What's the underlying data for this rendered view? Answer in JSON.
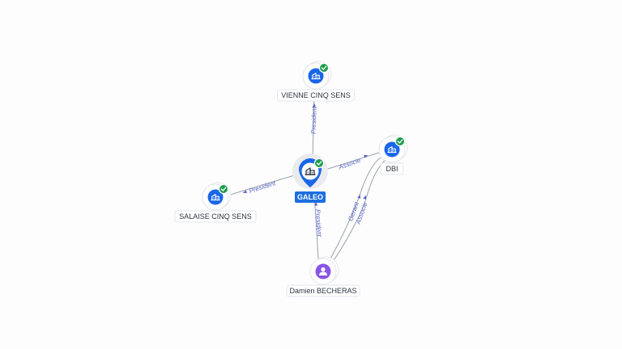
{
  "colors": {
    "company": "#1a66e8",
    "person": "#8a55e6",
    "verified": "#1f9e4f",
    "edge": "#9aa0ab",
    "edge_label": "#5b67c7",
    "center_label_bg": "#1d6fe0"
  },
  "nodes": [
    {
      "id": "galeo",
      "label": "GALEO",
      "kind": "company",
      "center": true,
      "verified": true,
      "icon": "building-icon"
    },
    {
      "id": "vienne",
      "label": "VIENNE CINQ SENS",
      "kind": "company",
      "verified": true,
      "icon": "building-icon"
    },
    {
      "id": "dbi",
      "label": "DBI",
      "kind": "company",
      "verified": true,
      "icon": "building-icon"
    },
    {
      "id": "salaise",
      "label": "SALAISE CINQ SENS",
      "kind": "company",
      "verified": true,
      "icon": "building-icon"
    },
    {
      "id": "damien",
      "label": "Damien BECHERAS",
      "kind": "person",
      "verified": false,
      "icon": "person-icon"
    }
  ],
  "edges": [
    {
      "id": "e1",
      "from": "galeo",
      "to": "vienne",
      "label": "President"
    },
    {
      "id": "e2",
      "from": "galeo",
      "to": "dbi",
      "label": "Associe"
    },
    {
      "id": "e3",
      "from": "galeo",
      "to": "salaise",
      "label": "President"
    },
    {
      "id": "e4",
      "from": "damien",
      "to": "galeo",
      "label": "President"
    },
    {
      "id": "e5",
      "from": "damien",
      "to": "dbi",
      "label": "Gerant"
    },
    {
      "id": "e6",
      "from": "damien",
      "to": "dbi",
      "label": "Associe"
    }
  ]
}
